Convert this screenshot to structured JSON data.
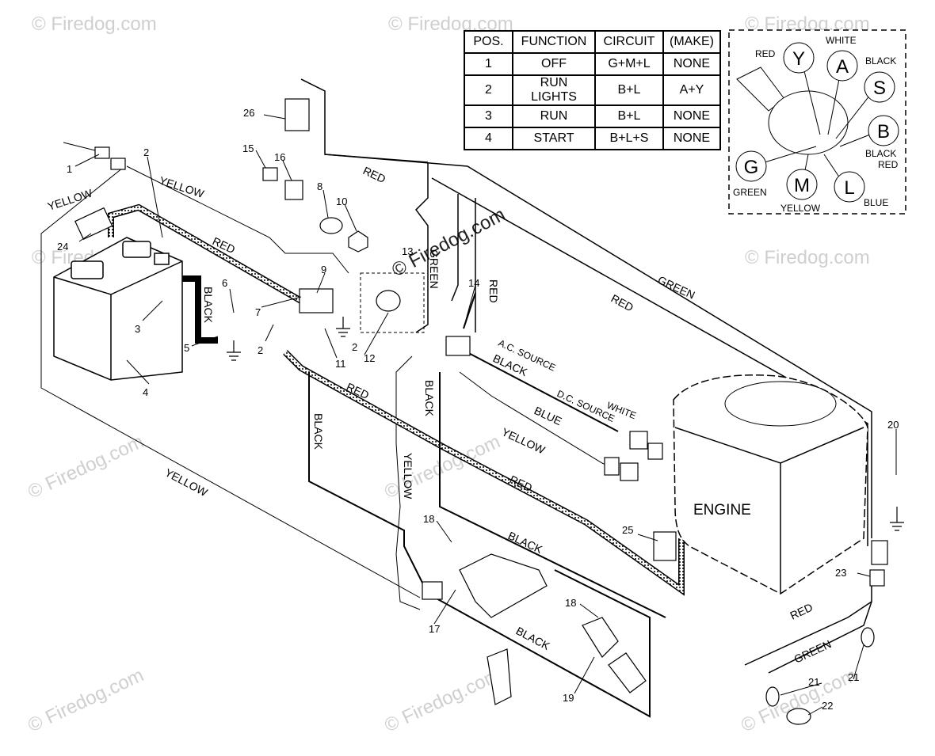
{
  "watermarks": [
    "Firedog.com",
    "© Firedog.com"
  ],
  "table": {
    "headers": [
      "POS.",
      "FUNCTION",
      "CIRCUIT",
      "(MAKE)"
    ],
    "rows": [
      [
        "1",
        "OFF",
        "G+M+L",
        "NONE"
      ],
      [
        "2",
        "RUN LIGHTS",
        "B+L",
        "A+Y"
      ],
      [
        "3",
        "RUN",
        "B+L",
        "NONE"
      ],
      [
        "4",
        "START",
        "B+L+S",
        "NONE"
      ]
    ]
  },
  "key_switch": {
    "terminals": [
      "Y",
      "A",
      "S",
      "B",
      "G",
      "M",
      "L"
    ],
    "wire_colors": {
      "red": "RED",
      "white": "WHITE",
      "black": "BLACK",
      "black_red_1": "BLACK",
      "black_red_2": "RED",
      "green": "GREEN",
      "yellow": "YELLOW",
      "blue": "BLUE"
    }
  },
  "wire_labels": {
    "yellow_1": "YELLOW",
    "yellow_2": "YELLOW",
    "yellow_3": "YELLOW",
    "yellow_4": "YELLOW",
    "yellow_5": "YELLOW",
    "red_1": "RED",
    "red_2": "RED",
    "red_3": "RED",
    "red_4": "RED",
    "red_5": "RED",
    "red_6": "RED",
    "red_7": "RED",
    "black_1": "BLACK",
    "black_2": "BLACK",
    "black_3": "BLACK",
    "black_4": "BLACK",
    "black_5": "BLACK",
    "black_6": "BLACK",
    "green_1": "GREEN",
    "green_2": "GREEN",
    "green_3": "GREEN",
    "ac_source": "A.C. SOURCE",
    "dc_source": "D.C. SOURCE",
    "white": "WHITE",
    "blue": "BLUE"
  },
  "engine_label": "ENGINE",
  "part_numbers": [
    "1",
    "2",
    "3",
    "4",
    "5",
    "6",
    "7",
    "8",
    "9",
    "10",
    "11",
    "12",
    "13",
    "14",
    "15",
    "16",
    "17",
    "18",
    "19",
    "20",
    "21",
    "22",
    "23",
    "24",
    "25",
    "26"
  ],
  "colors": {
    "line": "#000000",
    "watermark": "#cfcfcf"
  }
}
